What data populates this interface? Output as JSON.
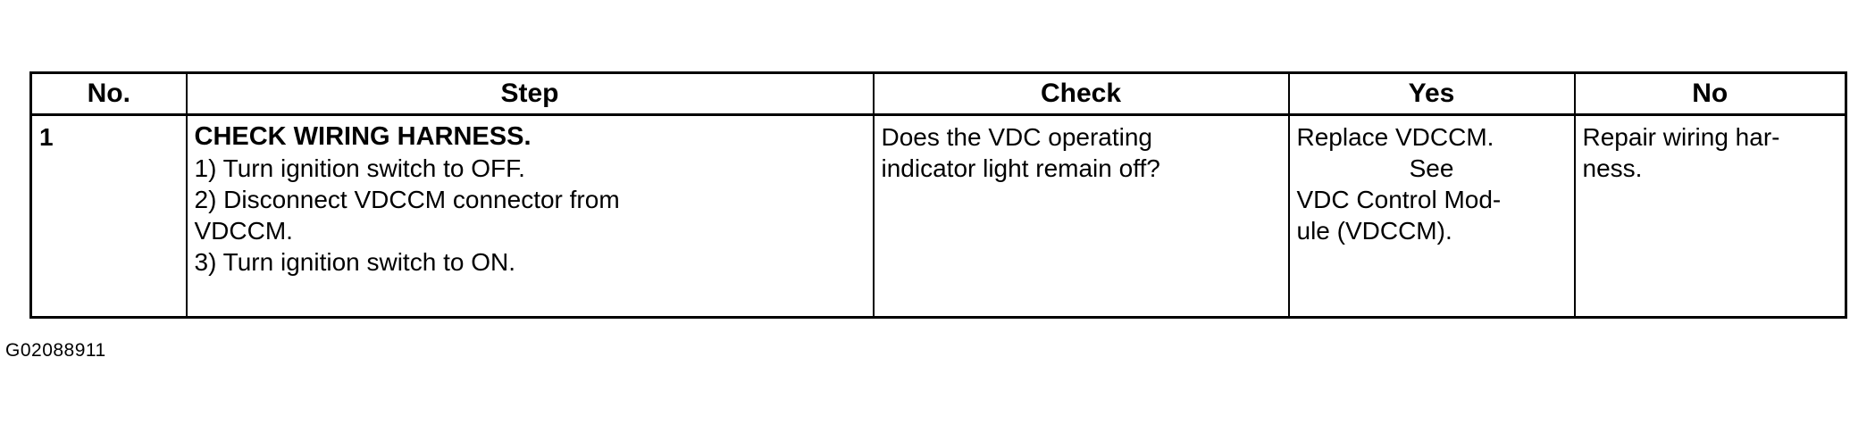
{
  "table": {
    "headers": {
      "no": "No.",
      "step": "Step",
      "check": "Check",
      "yes": "Yes",
      "no_result": "No"
    },
    "rows": [
      {
        "number": "1",
        "step_title": "CHECK WIRING HARNESS.",
        "step_lines": [
          "1) Turn ignition switch to OFF.",
          "2) Disconnect VDCCM connector from",
          "VDCCM.",
          "3) Turn ignition switch to ON."
        ],
        "check_lines": [
          "Does the VDC operating",
          "indicator light remain off?"
        ],
        "yes_lines": [
          "Replace VDCCM.",
          "See",
          "VDC Control Mod-",
          "ule (VDCCM)."
        ],
        "no_lines": [
          "Repair wiring har-",
          "ness."
        ]
      }
    ]
  },
  "figure_id": "G02088911"
}
